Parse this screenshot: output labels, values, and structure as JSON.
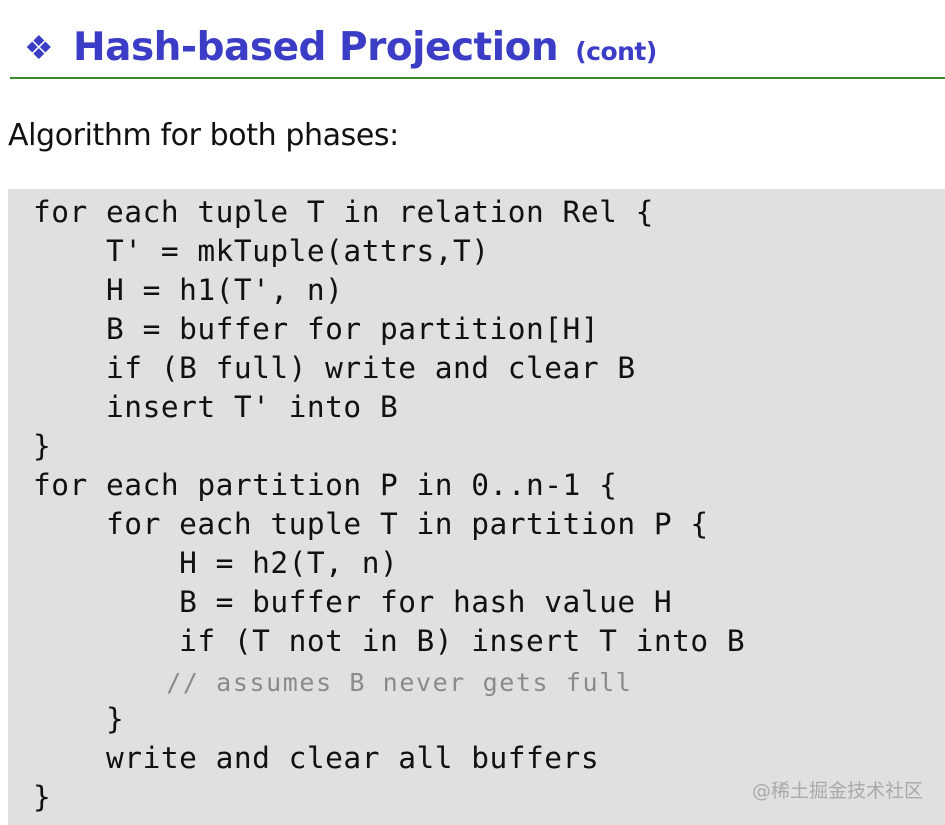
{
  "slide": {
    "bullet_icon": "diamond-bullet-icon",
    "title": "Hash-based Projection",
    "title_suffix": "(cont)",
    "intro": "Algorithm for both phases:",
    "accent_color": "#3b3dc6",
    "rule_color": "#3a8a2c"
  },
  "code": {
    "background": "#e0e0e0",
    "lines": [
      "for each tuple T in relation Rel {",
      "    T' = mkTuple(attrs,T)",
      "    H = h1(T', n)",
      "    B = buffer for partition[H]",
      "    if (B full) write and clear B",
      "    insert T' into B",
      "}",
      "for each partition P in 0..n-1 {",
      "    for each tuple T in partition P {",
      "        H = h2(T, n)",
      "        B = buffer for hash value H",
      "        if (T not in B) insert T into B",
      "        // assumes B never gets full",
      "    }",
      "    write and clear all buffers",
      "}"
    ]
  },
  "watermark": "@稀土掘金技术社区"
}
